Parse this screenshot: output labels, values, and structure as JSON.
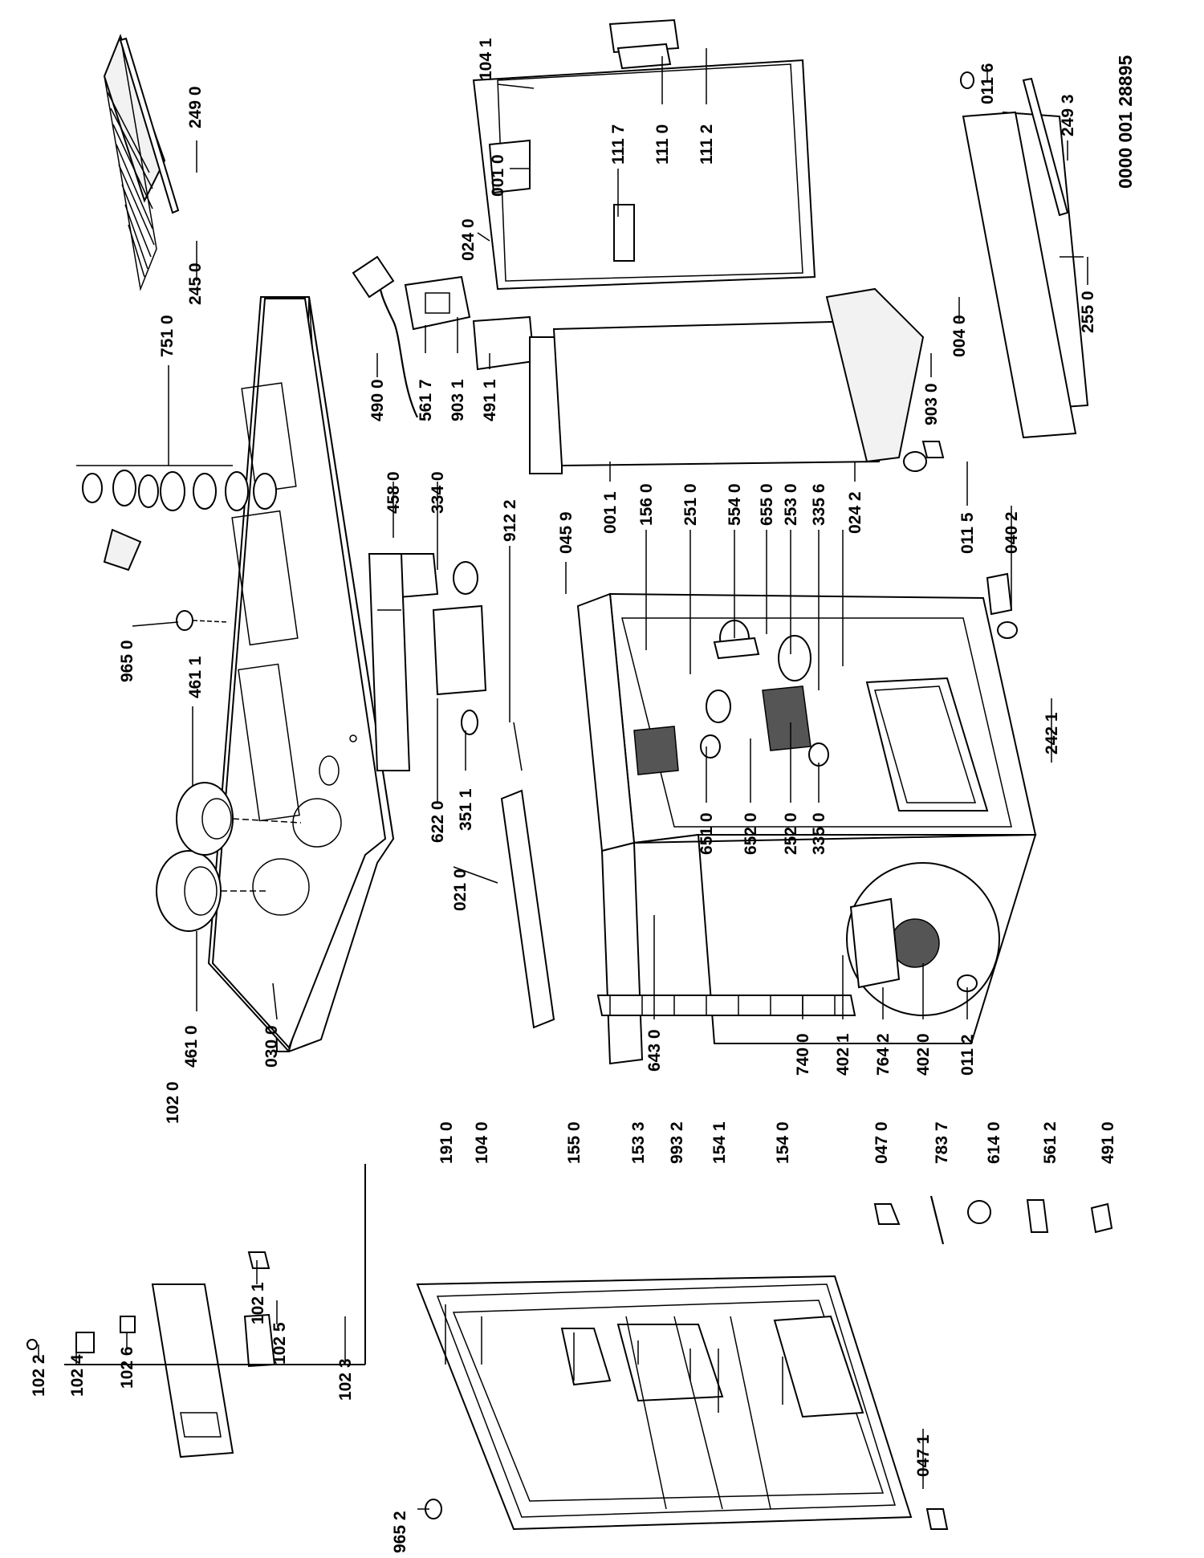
{
  "document_id": "0000 001 28895",
  "labels": [
    "102 2",
    "102 4",
    "102 6",
    "102 1",
    "102 5",
    "102 3",
    "102 0",
    "965 2",
    "191 0",
    "104 0",
    "155 0",
    "153 3",
    "993 2",
    "154 1",
    "154 0",
    "047 1",
    "047 0",
    "783 7",
    "614 0",
    "561 2",
    "491 0",
    "461 0",
    "030 0",
    "461 1",
    "965 0",
    "751 0",
    "245 0",
    "249 0",
    "490 0",
    "561 7",
    "903 1",
    "491 1",
    "458 0",
    "334 0",
    "622 0",
    "351 1",
    "912 2",
    "021 0",
    "643 0",
    "104 1",
    "001 0",
    "024 0",
    "111 7",
    "111 0",
    "111 2",
    "001 1",
    "024 2",
    "004 0",
    "903 0",
    "011 5",
    "040 2",
    "011 6",
    "249 3",
    "255 0",
    "045 9",
    "156 0",
    "251 0",
    "554 0",
    "655 0",
    "253 0",
    "335 6",
    "651 0",
    "652 0",
    "252 0",
    "335 0",
    "242 1",
    "740 0",
    "402 1",
    "764 2",
    "402 0",
    "011 2"
  ]
}
